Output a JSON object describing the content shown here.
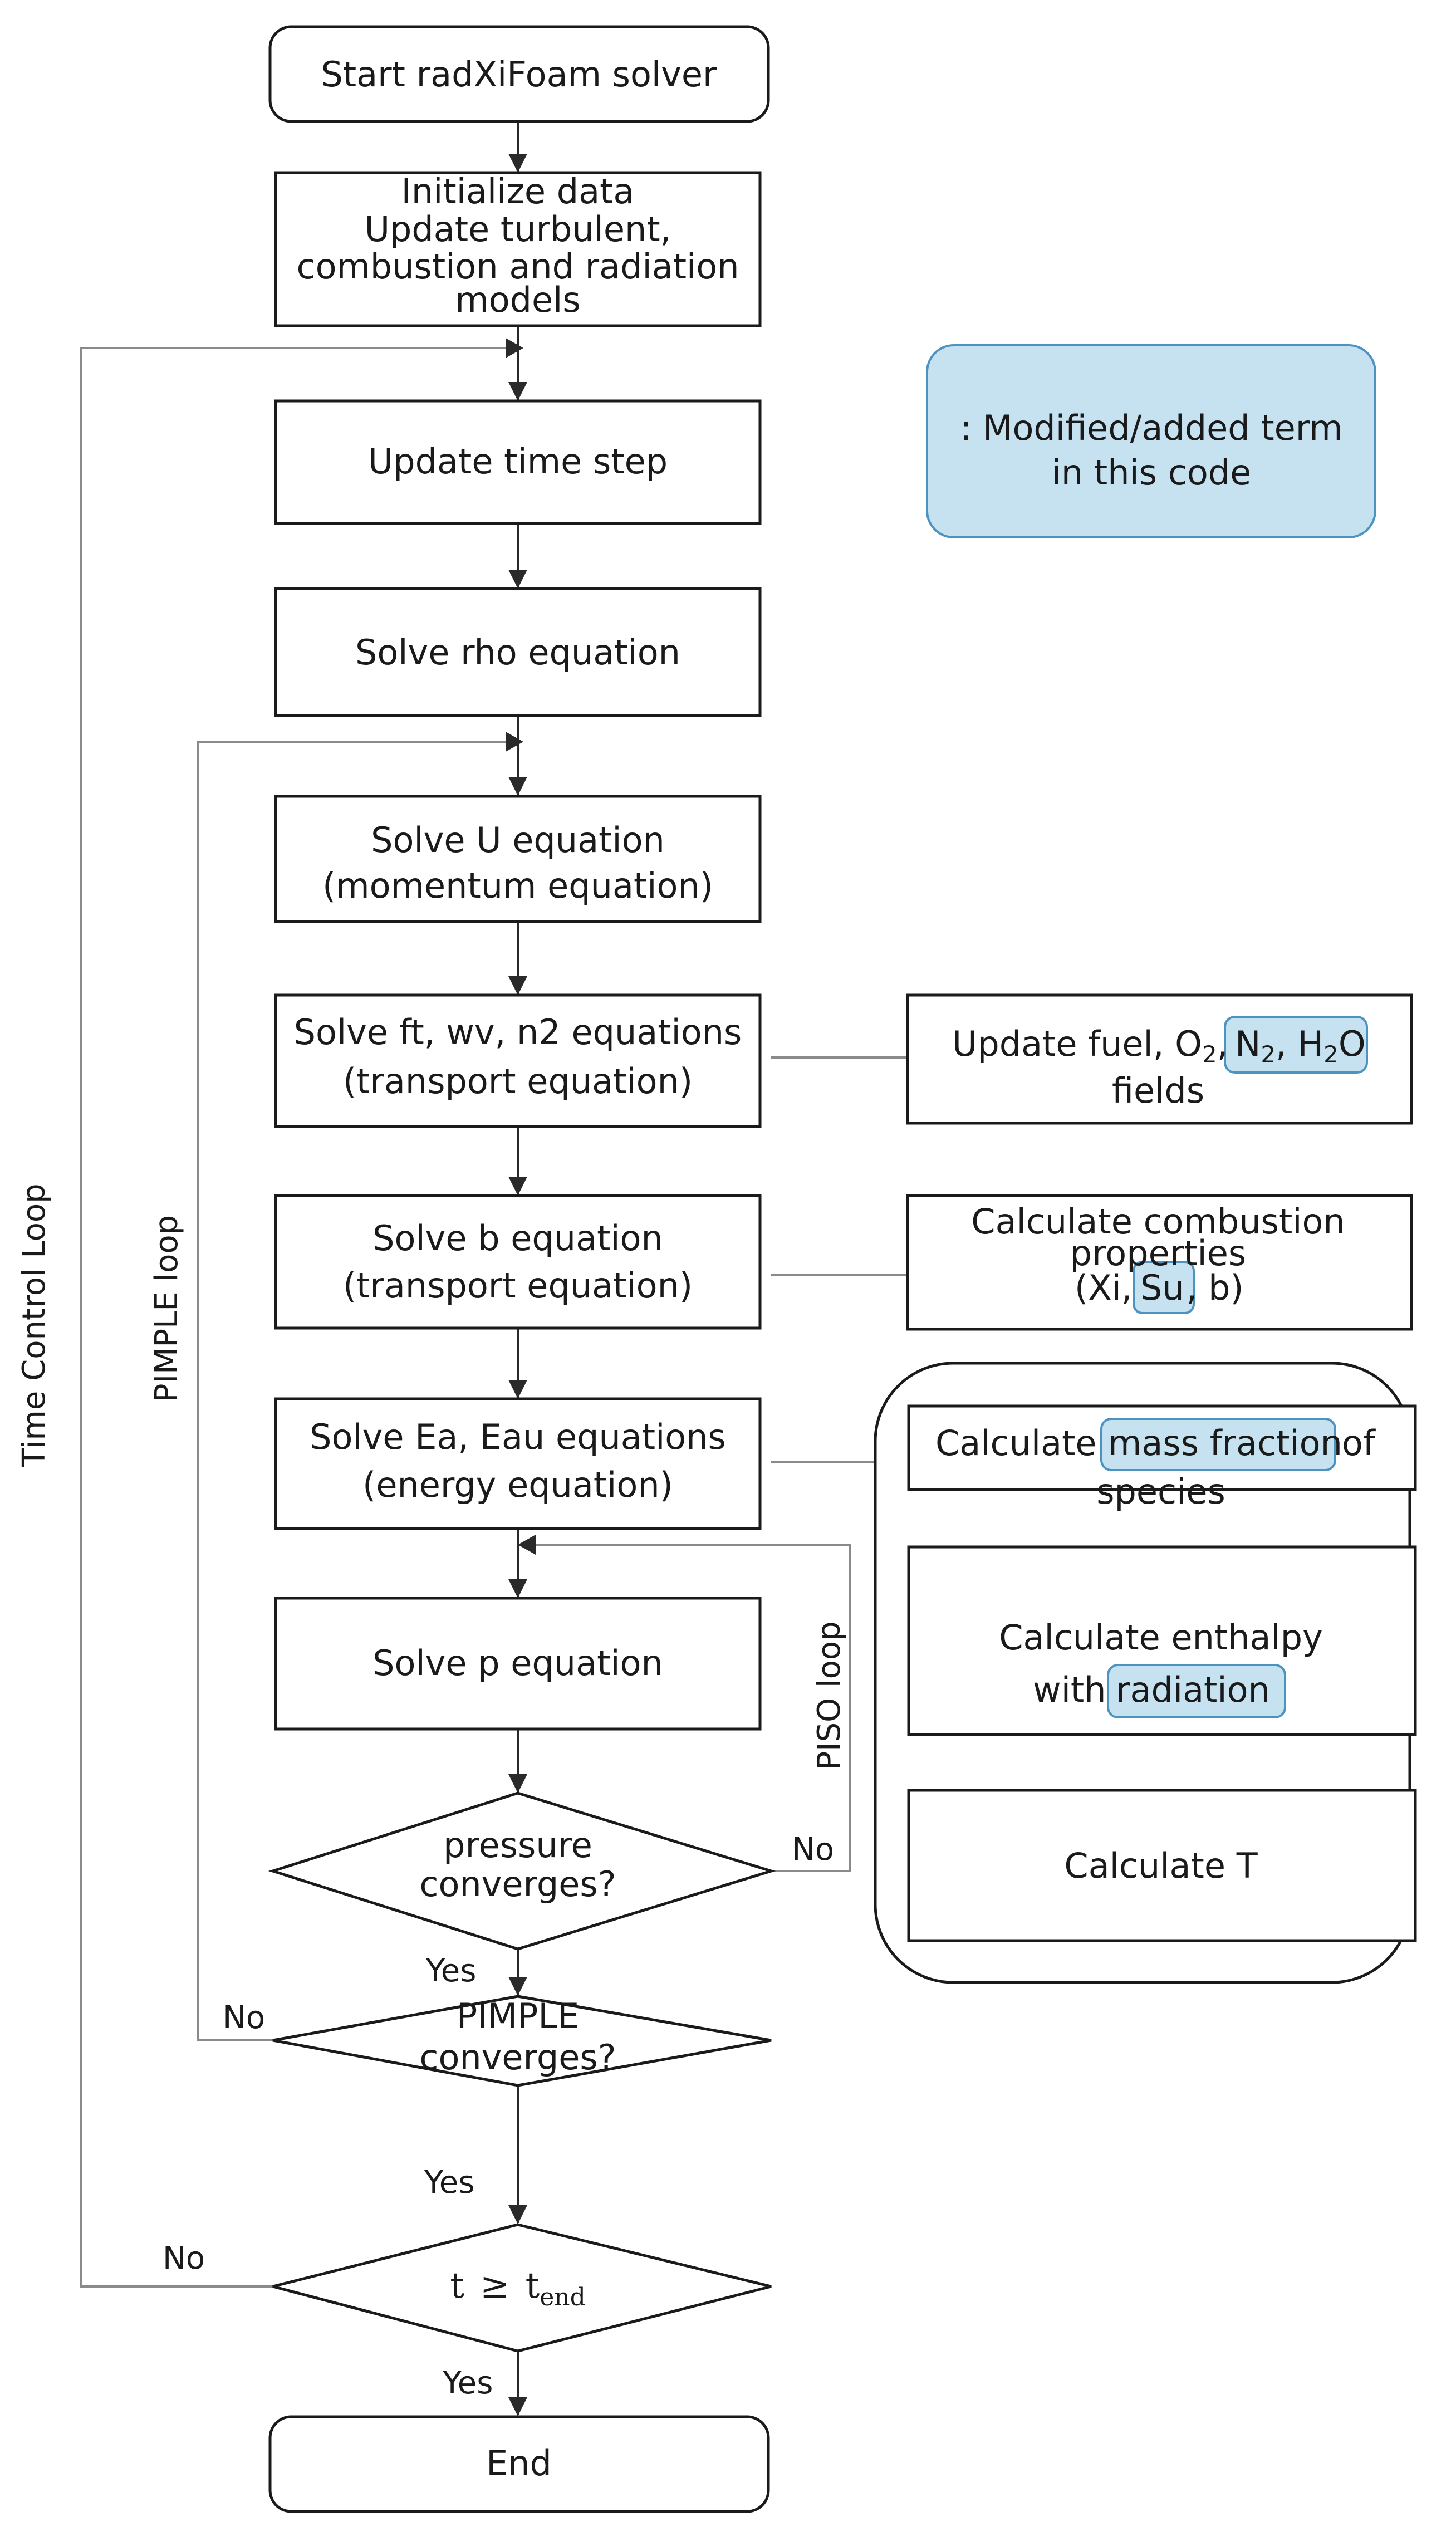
{
  "nodes": {
    "start": "Start radXiFoam solver",
    "init_1": "Initialize data",
    "init_2": "Update turbulent,",
    "init_3": "combustion and radiation",
    "init_4": "models",
    "time_step": "Update time step",
    "rho": "Solve rho equation",
    "u_1": "Solve U equation",
    "u_2": "(momentum equation)",
    "ft_1": "Solve ft, wv, n2 equations",
    "ft_2": "(transport equation)",
    "b_1": "Solve b equation",
    "b_2": "(transport equation)",
    "ea_1": "Solve Ea, Eau equations",
    "ea_2": "(energy equation)",
    "p": "Solve p equation",
    "pressure_1": "pressure",
    "pressure_2": "converges?",
    "pimple_1": "PIMPLE",
    "pimple_2": "converges?",
    "t_main": "t",
    "t_geq": "≥",
    "t_t": "t",
    "t_sub": "end",
    "end": "End"
  },
  "side_boxes": {
    "fields_pre": "Update fuel, O",
    "fields_o_sub": "2",
    "fields_comma": ",",
    "fields_n2": "N",
    "fields_n2_sub": "2",
    "fields_h2o_a": ", H",
    "fields_h2o_sub": "2",
    "fields_h2o_b": "O",
    "fields_line2": "fields",
    "comb_1": "Calculate combustion",
    "comb_2": "properties",
    "comb_3a": "(Xi,",
    "comb_su": "Su",
    "comb_3b": ", b)",
    "mass_a": "Calculate",
    "mass_hl": "mass fraction",
    "mass_b": "of",
    "mass_2": "species",
    "enth_1": "Calculate enthalpy",
    "enth_2a": "with",
    "enth_hl": "radiation",
    "calc_t": "Calculate T"
  },
  "legend": {
    "line1": ": Modified/added term",
    "line2": "in this code",
    "fill_color": "#c6e2f1",
    "border_color": "#4d93bf"
  },
  "loops": {
    "time_control": "Time Control Loop",
    "pimple": "PIMPLE loop",
    "piso": "PISO loop"
  },
  "decisions": {
    "pressure_no": "No",
    "pressure_yes": "Yes",
    "pimple_no": "No",
    "pimple_yes": "Yes",
    "t_no": "No",
    "t_yes": "Yes"
  }
}
